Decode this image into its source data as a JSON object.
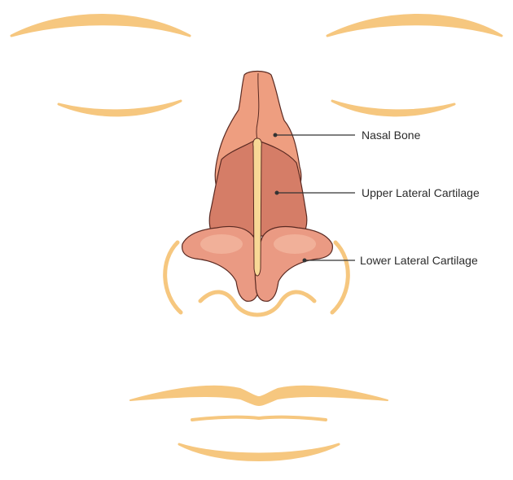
{
  "labels": {
    "nasal_bone": "Nasal Bone",
    "upper_lateral_cartilage": "Upper Lateral Cartilage",
    "lower_lateral_cartilage": "Lower Lateral Cartilage"
  },
  "colors": {
    "face_outline": "#F6C77F",
    "nasal_bone": "#EE9E80",
    "upper_cartilage": "#D57D67",
    "lower_cartilage": "#EA9A83",
    "septum": "#F8D896",
    "outline_stroke": "#5A2A22",
    "leader_line": "#333333"
  }
}
